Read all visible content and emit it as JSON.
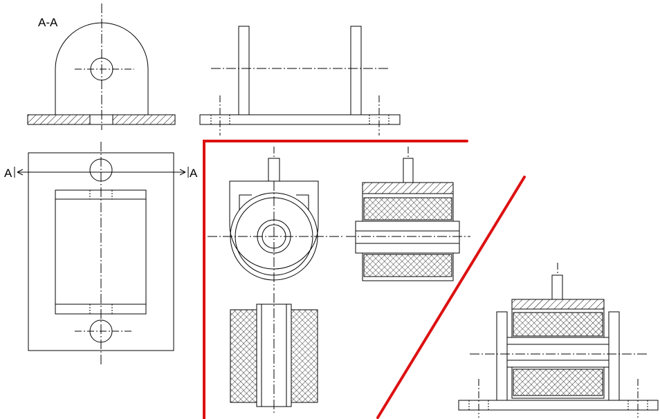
{
  "labels": {
    "section_title": "A-A",
    "section_mark_left": "A",
    "section_mark_right": "A"
  },
  "colors": {
    "line": "#000000",
    "accent": "#dd1111",
    "background": "#ffffff"
  }
}
